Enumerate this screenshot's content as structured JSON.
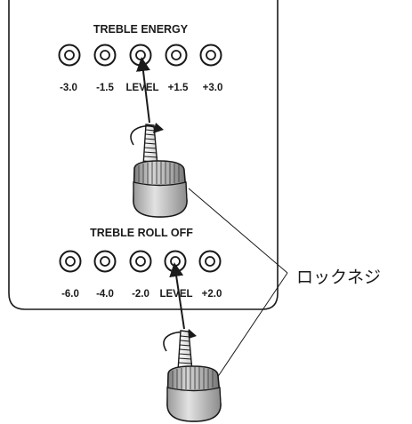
{
  "sections": {
    "treble_energy": {
      "title": "TREBLE ENERGY",
      "labels": [
        "-3.0",
        "-1.5",
        "LEVEL",
        "+1.5",
        "+3.0"
      ]
    },
    "treble_roll_off": {
      "title": "TREBLE ROLL OFF",
      "labels": [
        "-6.0",
        "-4.0",
        "-2.0",
        "LEVEL",
        "+2.0"
      ]
    }
  },
  "callout": {
    "text": "ロックネジ"
  },
  "icons": {
    "jack": "terminal-jack-icon",
    "screw": "lock-screw-icon",
    "rotate": "rotate-arrow-icon"
  },
  "colors": {
    "line": "#1a1a1a",
    "screw_head": "#b8b8b8",
    "screw_head_dark": "#8a8a8a",
    "background": "#ffffff"
  }
}
